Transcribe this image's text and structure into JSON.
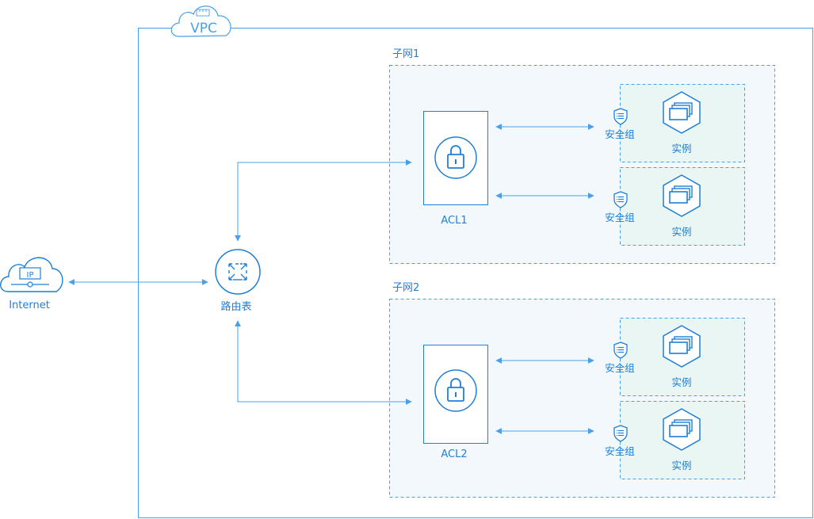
{
  "vpc": {
    "label": "VPC"
  },
  "internet": {
    "label": "Internet",
    "ip_label": "IP"
  },
  "router": {
    "label": "路由表"
  },
  "subnets": [
    {
      "label": "子网1",
      "acl": {
        "label": "ACL1"
      },
      "groups": [
        {
          "sg_label": "安全组",
          "instance_label": "实例"
        },
        {
          "sg_label": "安全组",
          "instance_label": "实例"
        }
      ]
    },
    {
      "label": "子网2",
      "acl": {
        "label": "ACL2"
      },
      "groups": [
        {
          "sg_label": "安全组",
          "instance_label": "实例"
        },
        {
          "sg_label": "安全组",
          "instance_label": "实例"
        }
      ]
    }
  ],
  "colors": {
    "line": "#4aa0e8",
    "text": "#1f7fd6",
    "subnet_fill": "#f3f8fc",
    "instance_fill": "#eaf6f4"
  }
}
